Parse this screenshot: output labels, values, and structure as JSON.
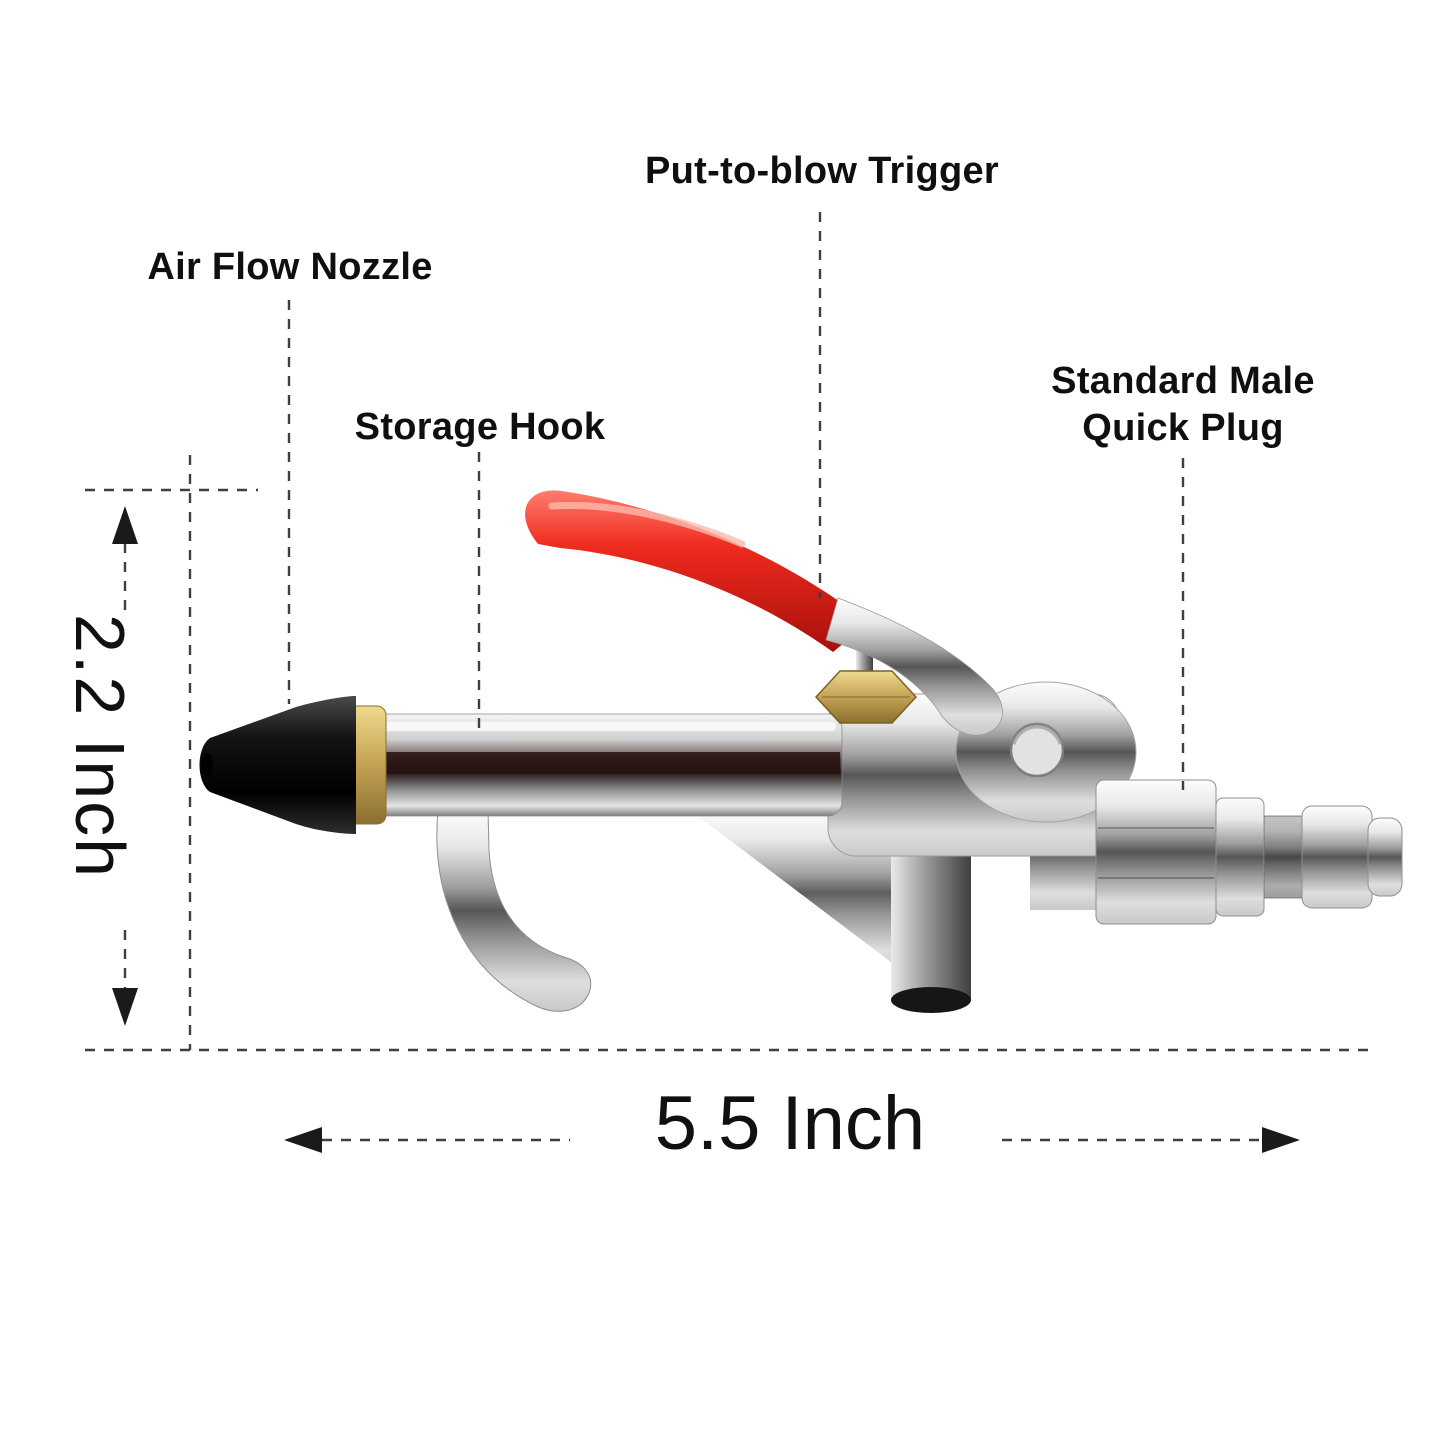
{
  "diagram": {
    "labels": {
      "trigger": "Put-to-blow Trigger",
      "nozzle": "Air Flow Nozzle",
      "hook": "Storage Hook",
      "plug_line1": "Standard Male",
      "plug_line2": "Quick Plug"
    },
    "dimensions": {
      "height": "2.2 Inch",
      "length": "5.5 Inch"
    },
    "colors": {
      "background": "#ffffff",
      "text": "#0f0f0f",
      "annotation_line": "#3f3f3f",
      "trigger_red": "#e8251f",
      "brass": "#c3a253",
      "chrome": "#c9c9c9",
      "nozzle_black": "#111111"
    }
  }
}
